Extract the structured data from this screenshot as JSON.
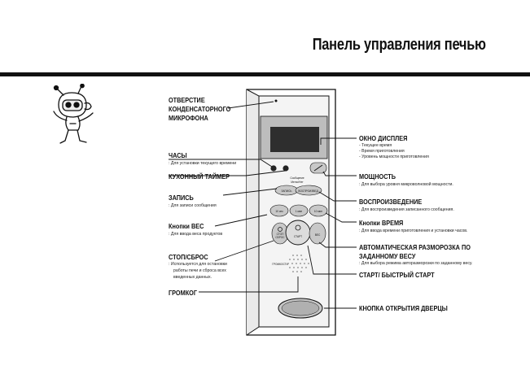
{
  "page": {
    "title": "Панель управления печью"
  },
  "labels": {
    "mic_title_1": "ОТВЕРСТИЕ",
    "mic_title_2": "КОНДЕНСАТОРНОГО",
    "mic_title_3": "МИКРОФОНА",
    "clock_title": "ЧАСЫ",
    "clock_desc": ": Для установки текущего времени",
    "timer_title": "КУХОННЫЙ ТАЙМЕР",
    "record_title": "ЗАПИСЬ",
    "record_desc": ": Для записи сообщения",
    "weight_title": "Кнопки ВЕС",
    "weight_desc": ": Для ввода веса продуктов",
    "stop_title": "СТОП/СБРОС",
    "stop_desc_1": ": Используется для остановки",
    "stop_desc_2": "работы печи и сброса всех",
    "stop_desc_3": "введенных данных.",
    "volume_title": "ГРОМКОГ",
    "display_title": "ОКНО ДИСПЛЕЯ",
    "display_desc_1": "- Текущее время",
    "display_desc_2": "- Время приготовления",
    "display_desc_3": "- Уровень мощности приготовления",
    "power_title": "МОЩНОСТЬ",
    "power_desc": ": Для выбора уровня микроволновой мощности.",
    "playback_title": "ВОСПРОИЗВЕДЕНИЕ",
    "playback_desc": ": Для воспроизведения записанного сообщения.",
    "time_title": "Кнопки ВРЕМЯ",
    "time_desc": ": Для ввода времени приготовления и установки часов.",
    "defrost_title_1": "АВТОМАТИЧЕСКАЯ РАЗМОРОЗКА ПО",
    "defrost_title_2": "ЗАДАННОМУ ВЕСУ",
    "defrost_desc": ": Для выбора режима авторазморозки по заданному весу.",
    "start_title": "СТАРТ/ БЫСТРЫЙ СТАРТ",
    "door_title": "КНОПКА ОТКРЫТИЯ ДВЕРЦЫ"
  },
  "panel": {
    "message_1": "Сообщение",
    "message_2": "Memo/Нет",
    "btn_record": "ЗАПИСЬ",
    "btn_play": "ВОСПРОИЗВЕД.",
    "time_10s": "10 сек",
    "time_1m": "1 мин",
    "time_10m": "10 мин",
    "btn_stop_1": "СТОП",
    "btn_stop_2": "СБРОС",
    "btn_start": "СТАРТ",
    "btn_defrost": "ВЕС",
    "volume": "ГРОМКОСТЬ"
  },
  "colors": {
    "ink": "#111111",
    "panel_face": "#e6e6e6",
    "display_window": "#3a3a3a",
    "button_grey": "#c8c8c8"
  },
  "icons": [
    "robot-mascot-icon",
    "clock-icon",
    "timer-icon",
    "power-icon",
    "start-icon",
    "stop-icon"
  ]
}
